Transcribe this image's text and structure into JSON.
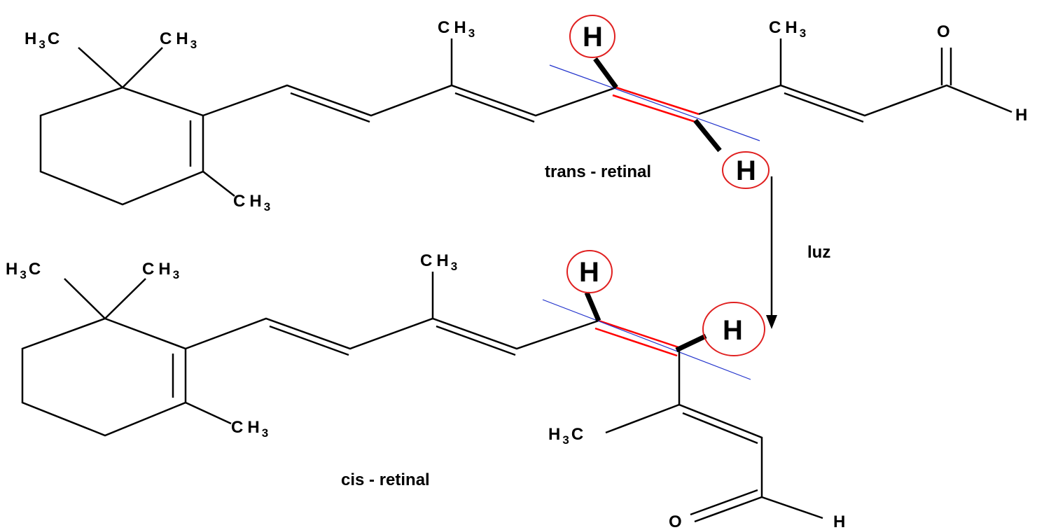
{
  "labels": {
    "trans_caption": "trans - retinal",
    "cis_caption": "cis - retinal",
    "light": "luz",
    "hydrogen": "H",
    "oxygen": "O",
    "carbon": "C",
    "h3": "H",
    "sub3": "3"
  },
  "colors": {
    "bond": "#000000",
    "highlight_bond": "#ff0000",
    "axis_line": "#2233cc",
    "circle": "#e02020"
  }
}
